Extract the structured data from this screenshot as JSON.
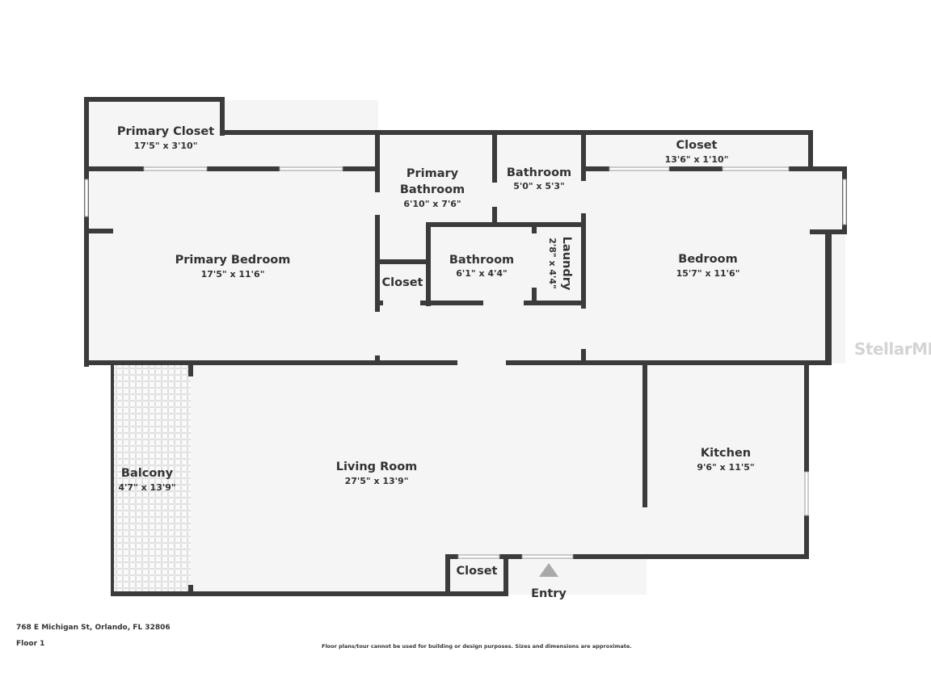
{
  "rooms": {
    "primary_closet": {
      "name": "Primary Closet",
      "dim": "17'5\" x 3'10\""
    },
    "primary_bathroom": {
      "name_line1": "Primary",
      "name_line2": "Bathroom",
      "dim": "6'10\" x 7'6\""
    },
    "bathroom_top": {
      "name": "Bathroom",
      "dim": "5'0\" x 5'3\""
    },
    "closet_top": {
      "name": "Closet",
      "dim": "13'6\" x 1'10\""
    },
    "primary_bedroom": {
      "name": "Primary Bedroom",
      "dim": "17'5\" x 11'6\""
    },
    "closet_middle": {
      "name": "Closet"
    },
    "bathroom_middle": {
      "name": "Bathroom",
      "dim": "6'1\" x 4'4\""
    },
    "laundry": {
      "name": "Laundry",
      "dim": "2'8\" x 4'4\""
    },
    "bedroom": {
      "name": "Bedroom",
      "dim": "15'7\" x 11'6\""
    },
    "balcony": {
      "name": "Balcony",
      "dim": "4'7\" x 13'9\""
    },
    "living_room": {
      "name": "Living Room",
      "dim": "27'5\" x 13'9\""
    },
    "kitchen": {
      "name": "Kitchen",
      "dim": "9'6\" x 11'5\""
    },
    "closet_bottom": {
      "name": "Closet"
    },
    "entry": {
      "name": "Entry"
    }
  },
  "footer": {
    "address": "768 E Michigan St, Orlando, FL 32806",
    "floor": "Floor 1",
    "disclaimer": "Floor plans/tour cannot be used for building or design purposes. Sizes and dimensions are approximate."
  },
  "watermark": "StellarMLS",
  "colors": {
    "wall": "#3b3b3b",
    "room_fill": "#f5f5f5",
    "text": "#333333"
  }
}
